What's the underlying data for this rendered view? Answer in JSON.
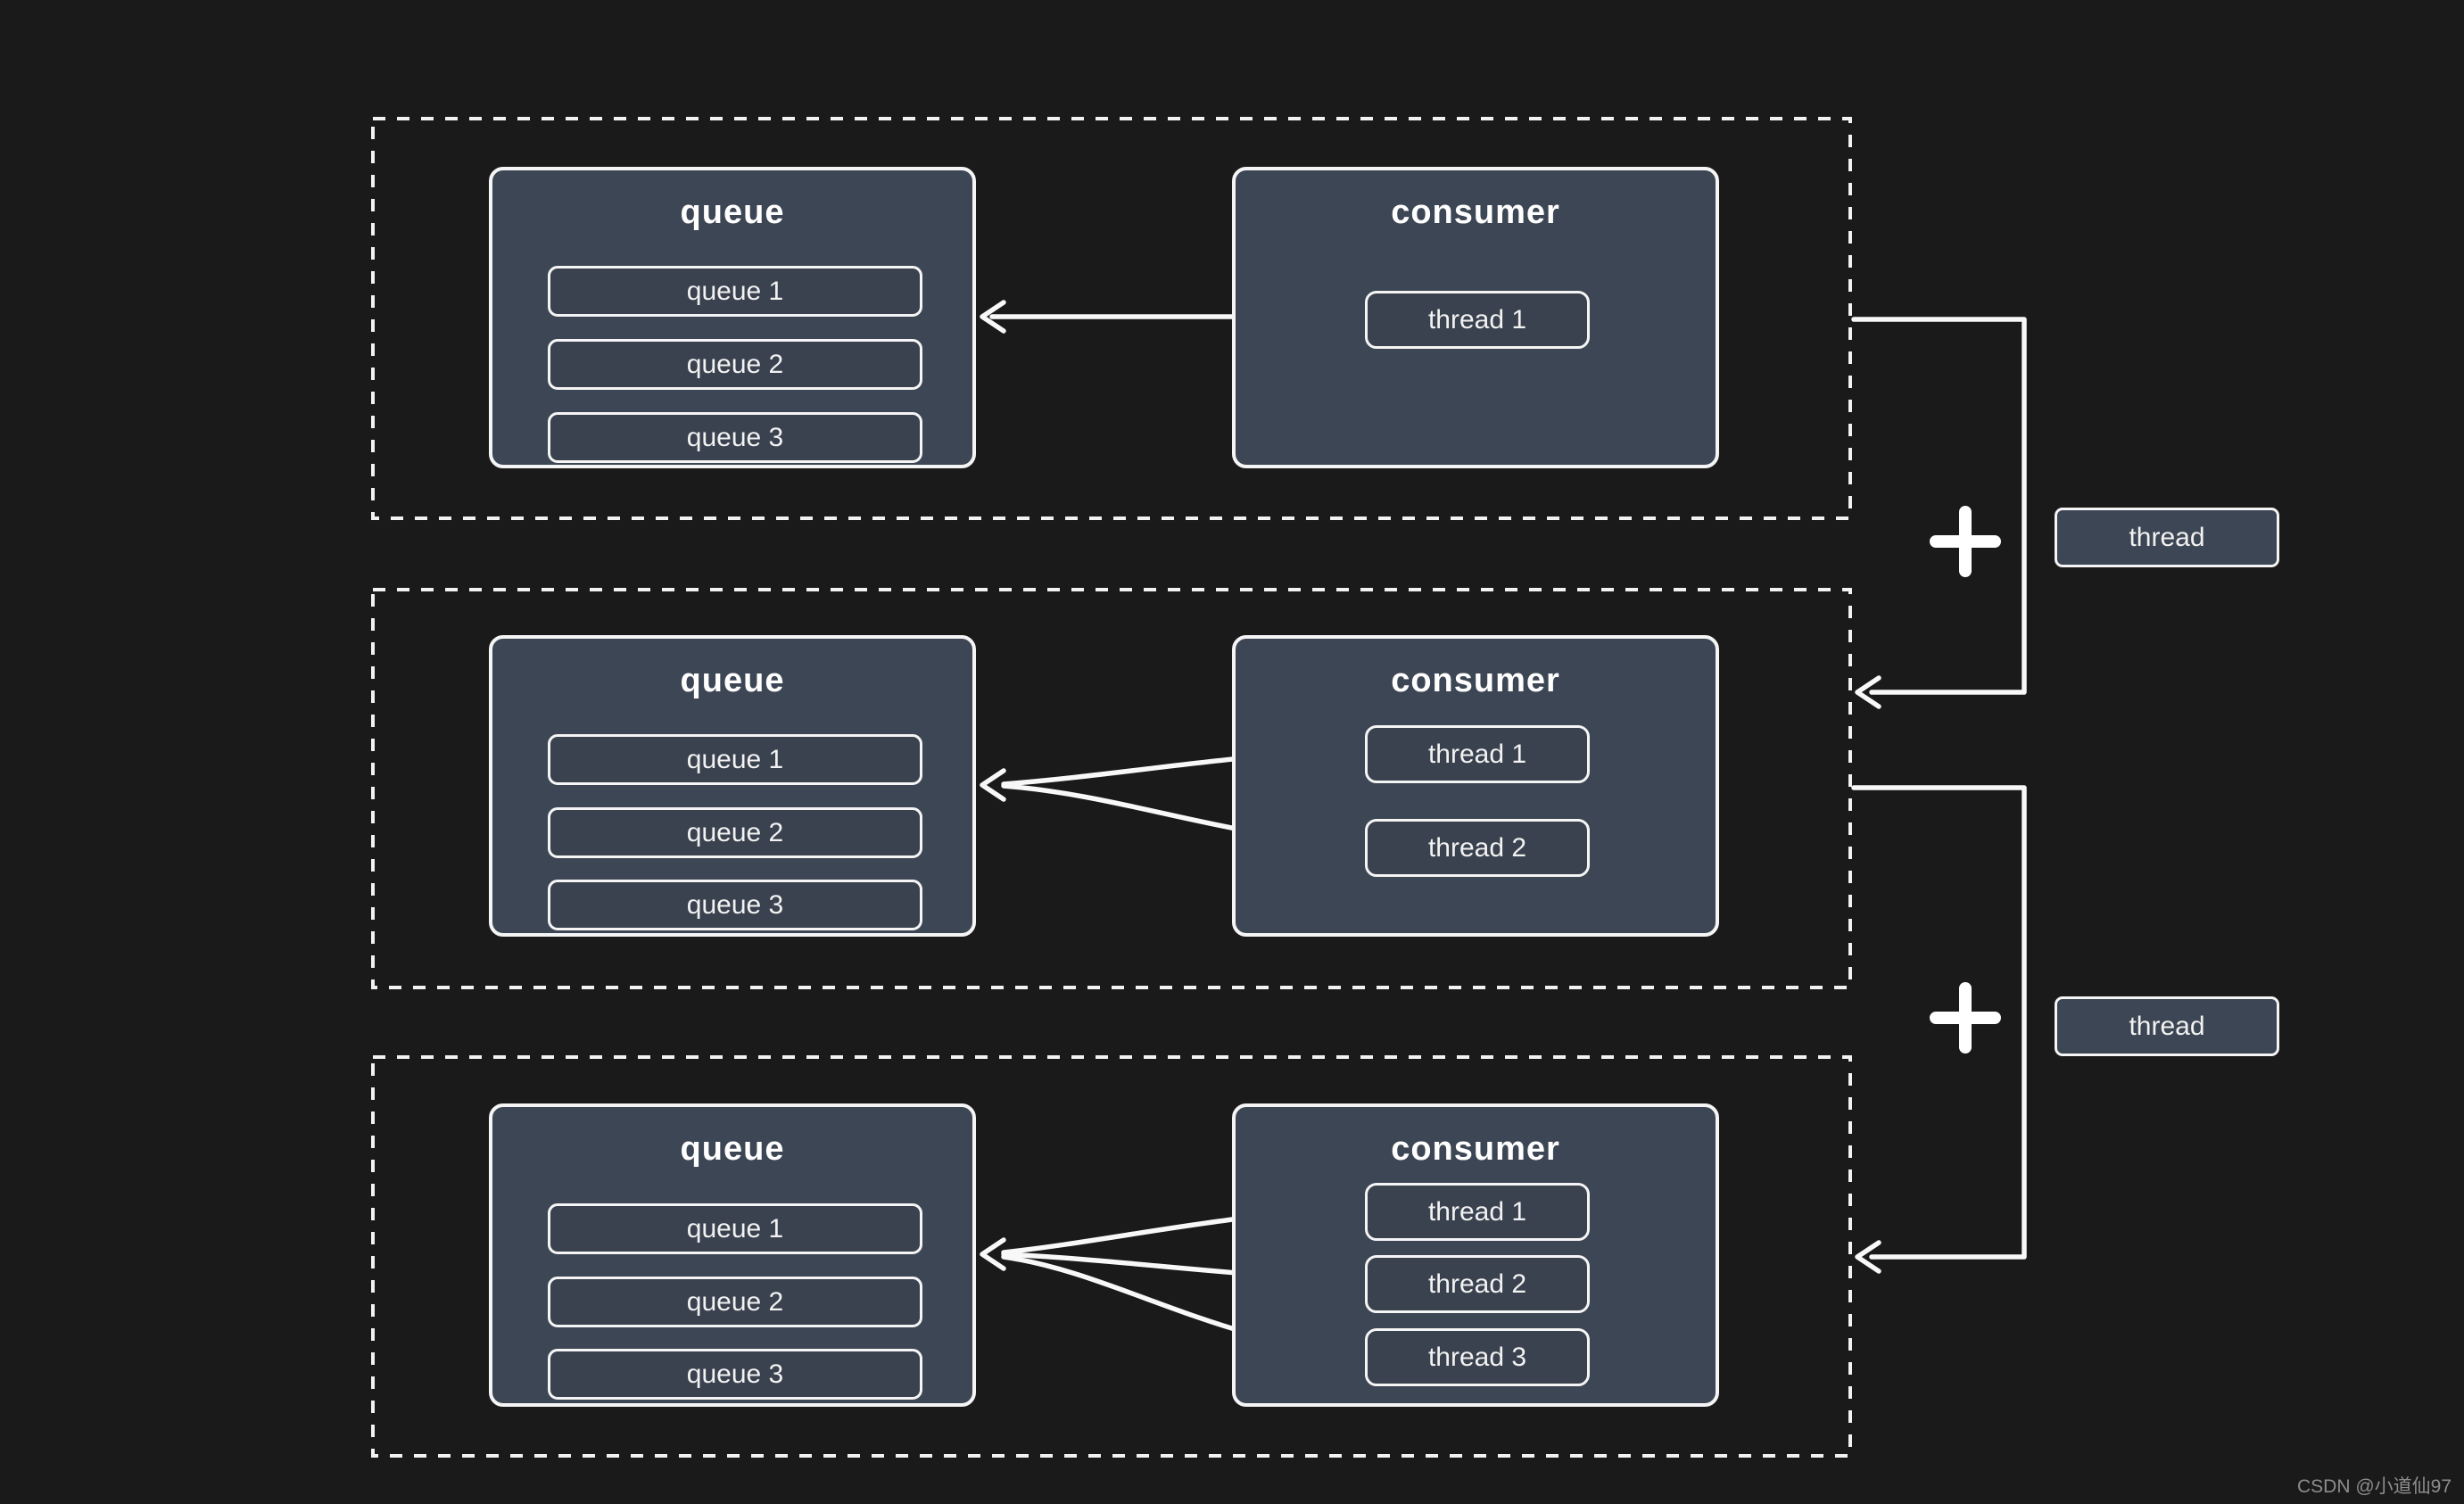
{
  "diagram": {
    "groups": [
      {
        "queue": {
          "title": "queue",
          "items": [
            "queue 1",
            "queue 2",
            "queue 3"
          ]
        },
        "consumer": {
          "title": "consumer",
          "threads": [
            "thread 1"
          ]
        }
      },
      {
        "queue": {
          "title": "queue",
          "items": [
            "queue 1",
            "queue 2",
            "queue 3"
          ]
        },
        "consumer": {
          "title": "consumer",
          "threads": [
            "thread 1",
            "thread 2"
          ]
        }
      },
      {
        "queue": {
          "title": "queue",
          "items": [
            "queue 1",
            "queue 2",
            "queue 3"
          ]
        },
        "consumer": {
          "title": "consumer",
          "threads": [
            "thread 1",
            "thread 2",
            "thread 3"
          ]
        }
      }
    ],
    "scale_controls": [
      {
        "plus_icon": "plus-icon",
        "thread_button_label": "thread"
      },
      {
        "plus_icon": "plus-icon",
        "thread_button_label": "thread"
      }
    ],
    "watermark": "CSDN @小道仙97",
    "colors": {
      "background": "#1a1a1b",
      "panel_fill": "#3d4654",
      "item_fill": "#3a424f",
      "stroke": "#f5f5f5",
      "watermark_text": "#8d8d8d"
    }
  }
}
